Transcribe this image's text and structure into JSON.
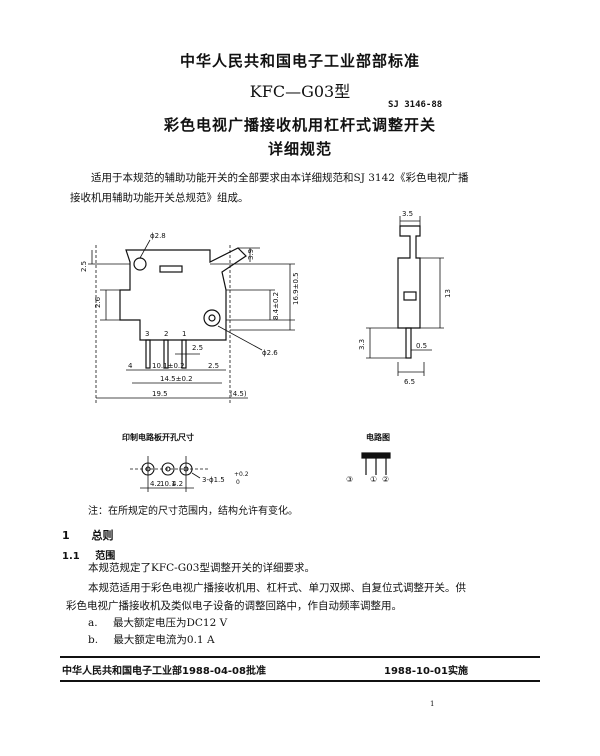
{
  "header": {
    "org_standard": "中华人民共和国电子工业部部标准",
    "model": "KFC—G03型",
    "std_number": "SJ 3146-88",
    "title_line1": "彩色电视广播接收机用杠杆式调整开关",
    "title_line2": "详细规范"
  },
  "intro": {
    "line1": "适用于本规范的辅助功能开关的全部要求由本详细规范和SJ 3142《彩色电视广播",
    "line2": "接收机用辅助功能开关总规范》组成。"
  },
  "drawing": {
    "main": {
      "dims": [
        "ϕ2.8",
        "3.9",
        "2.5",
        "2.6",
        "8.4±0.2",
        "16.9±0.5",
        "3",
        "2",
        "1",
        "2.5",
        "ϕ2.6",
        "4",
        "2.5",
        "10.1±0.2",
        "14.5±0.2",
        "19.5",
        "(4.5)"
      ]
    },
    "side": {
      "dims": [
        "3.5",
        "13",
        "3.3",
        "0.5",
        "6.5"
      ]
    },
    "pcb": {
      "label": "印制电路板开孔尺寸",
      "dims": [
        "4.2",
        "10.1",
        "4.2",
        "3-ϕ1.5",
        "+0.2",
        "0"
      ]
    },
    "circuit": {
      "label": "电路图",
      "pins": [
        "③",
        "①",
        "②"
      ]
    }
  },
  "note": "注：在所规定的尺寸范围内，结构允许有变化。",
  "section1": {
    "heading_num": "1",
    "heading": "总则",
    "sub_num": "1.1",
    "sub_heading": "范围",
    "p1": "本规范规定了KFC-G03型调整开关的详细要求。",
    "p2_line1": "本规范适用于彩色电视广播接收机用、杠杆式、单刀双掷、自复位式调整开关。供",
    "p2_line2": "彩色电视广播接收机及类似电子设备的调整回路中，作自动频率调整用。",
    "item_a_label": "a.",
    "item_a": "最大额定电压为DC12  V",
    "item_b_label": "b.",
    "item_b": "最大额定电流为0.1  A"
  },
  "footer": {
    "approval": "中华人民共和国电子工业部1988-04-08批准",
    "implementation": "1988-10-01实施",
    "page_number": "1"
  }
}
